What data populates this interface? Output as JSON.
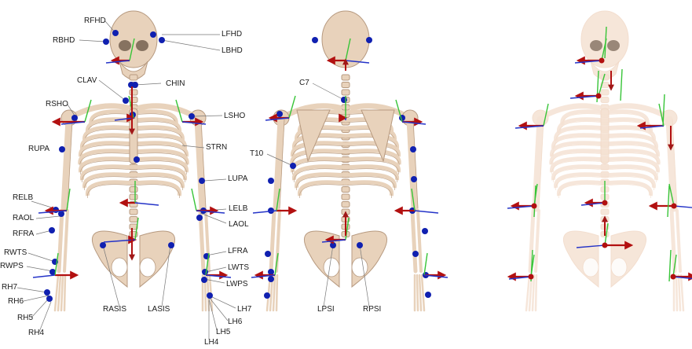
{
  "colors": {
    "bone": "#e8d2bb",
    "bone_edge": "#b79a80",
    "bone_shade": "#d6bba0",
    "marker": "#1020b0",
    "axis_x": "#b21010",
    "axis_y": "#37c437",
    "axis_z": "#2433c8",
    "leader": "#777777",
    "faded_bone": "#f5e2d3"
  },
  "panels": [
    {
      "name": "anterior-view"
    },
    {
      "name": "posterior-view"
    },
    {
      "name": "segment-frames-view"
    }
  ],
  "labels_left": [
    "RFHD",
    "RBHD",
    "CLAV",
    "CHIN",
    "RSHO",
    "RUPA",
    "RELB",
    "RAOL",
    "RFRA",
    "RWTS",
    "RWPS",
    "RH7",
    "RH6",
    "RH5",
    "RH4",
    "RASIS",
    "LASIS"
  ],
  "labels_right": [
    "LFHD",
    "LBHD",
    "LSHO",
    "STRN",
    "LUPA",
    "LELB",
    "LAOL",
    "LFRA",
    "LWTS",
    "LWPS",
    "LH7",
    "LH6",
    "LH5",
    "LH4"
  ],
  "labels_back": [
    "C7",
    "T10",
    "LPSI",
    "RPSI"
  ]
}
